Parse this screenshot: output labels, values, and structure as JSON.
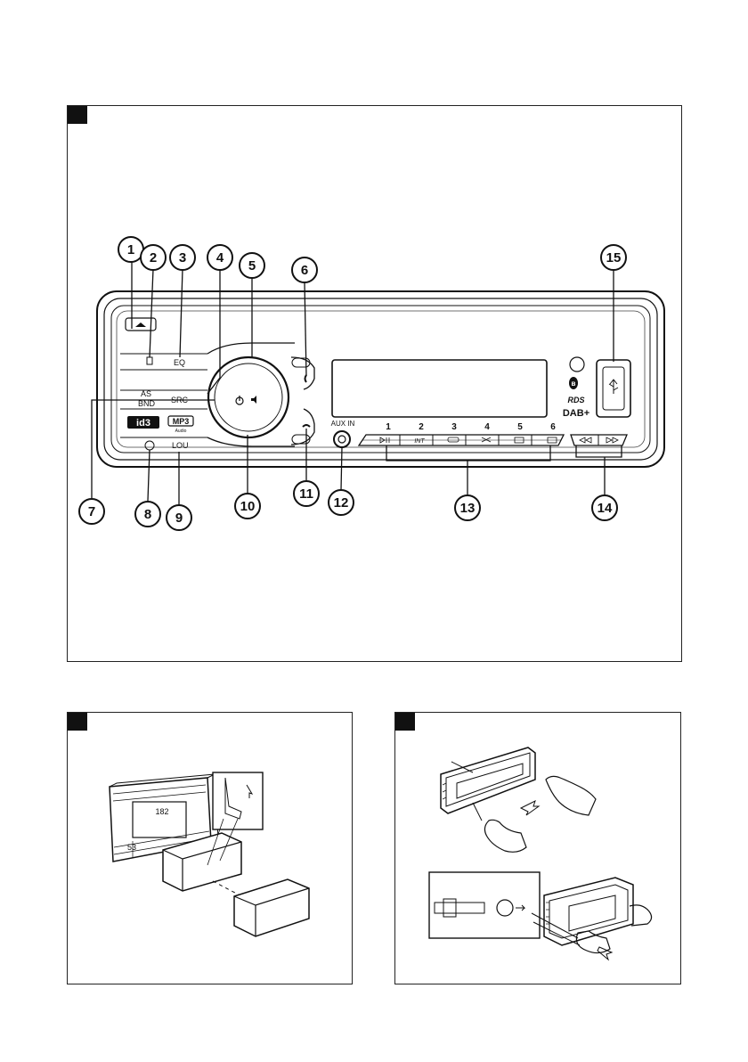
{
  "figure1": {
    "callouts": [
      "1",
      "2",
      "3",
      "4",
      "5",
      "6",
      "7",
      "8",
      "9",
      "10",
      "11",
      "12",
      "13",
      "14",
      "15"
    ],
    "panel_labels": {
      "eq": "EQ",
      "as": "AS",
      "bnd": "BND",
      "src": "SRC",
      "lou": "LOU",
      "aux_in": "AUX IN",
      "id3": "id3",
      "mp3": "MP3",
      "mp3_sub": "Audio",
      "rds": "RDS",
      "dab": "DAB+"
    },
    "preset_numbers": [
      "1",
      "2",
      "3",
      "4",
      "5",
      "6"
    ],
    "preset_icons": [
      "play-pause-icon",
      "int-label",
      "repeat-icon",
      "shuffle-icon",
      "folder-down-icon",
      "folder-up-icon"
    ],
    "int_text": "INT",
    "seek_icons": [
      "seek-back-icon",
      "seek-forward-icon"
    ]
  },
  "figure2": {
    "dim_width": "182",
    "dim_height": "53"
  },
  "figure3": {}
}
